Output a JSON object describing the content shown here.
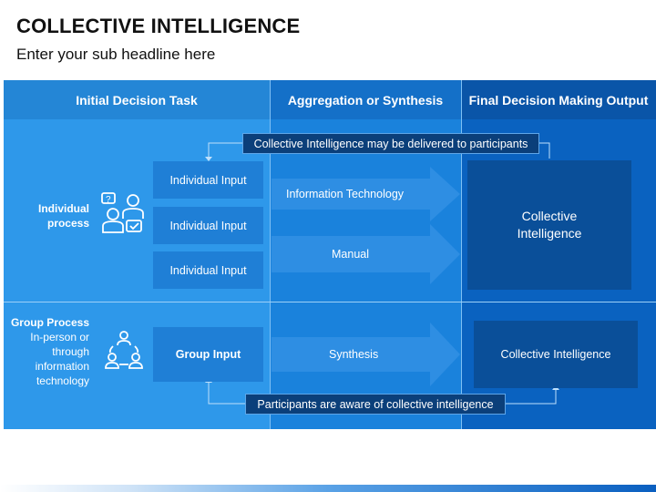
{
  "title": "COLLECTIVE INTELLIGENCE",
  "subtitle": "Enter your sub headline here",
  "columns": {
    "col1": "Initial Decision Task",
    "col2": "Aggregation or Synthesis",
    "col3": "Final Decision Making Output"
  },
  "individual": {
    "label": "Individual process",
    "inputs": [
      "Individual Input",
      "Individual Input",
      "Individual Input"
    ],
    "arrow_top": "Information Technology",
    "arrow_bottom": "Manual",
    "feedback": "Collective Intelligence may be delivered to participants",
    "output": "Collective Intelligence",
    "icon": "people-question-icon"
  },
  "group": {
    "label": "Group Process",
    "label_sub": "In-person or through information technology",
    "input": "Group Input",
    "arrow": "Synthesis",
    "feedback": "Participants are aware of collective intelligence",
    "output": "Collective Intelligence",
    "icon": "group-cycle-icon"
  },
  "colors": {
    "col1": "#2e98ea",
    "col2": "#1a82dc",
    "col3": "#0a62c0",
    "dark_box": "#0b3f7a"
  }
}
